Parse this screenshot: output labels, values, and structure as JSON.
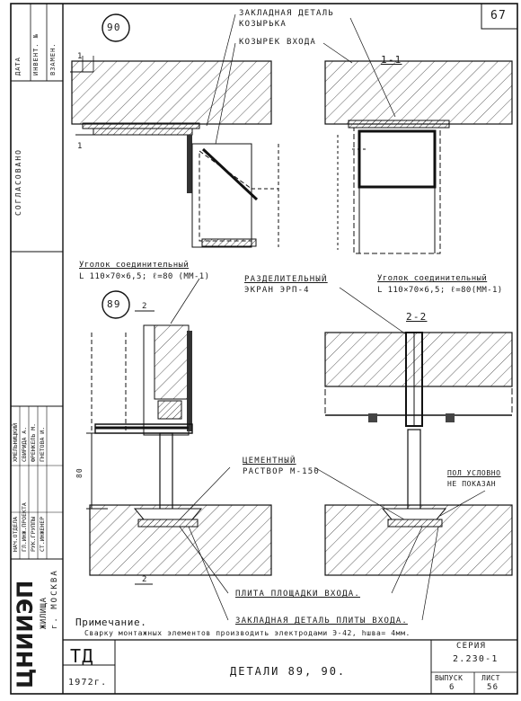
{
  "sheet": {
    "page_number": "67",
    "series_label": "СЕРИЯ",
    "series_value": "2.230-1",
    "issue_label": "ВЫПУСК",
    "issue_value": "6",
    "sheet_label": "ЛИСТ",
    "sheet_value": "56",
    "doc_code": "ТД",
    "title": "ДЕТАЛИ 89, 90.",
    "year": "1972г.",
    "org_main": "ЦНИИЭП",
    "org_sub1": "ЖИЛИЩА",
    "org_sub2": "г. МОСКВА"
  },
  "stamp": {
    "approved": "СОГЛАСОВАНО",
    "date": "ДАТА",
    "inv_no": "ИНВЕНТ. №",
    "replace": "ВЗАМЕН.",
    "roles": [
      {
        "role": "НАЧ.ОТДЕЛА",
        "name": "ХМЕЛЬНИЦКИЙ"
      },
      {
        "role": "ГЛ.ИНЖ.ПРОЕКТА",
        "name": "СВИРИДА А."
      },
      {
        "role": "РУК.ГРУППЫ",
        "name": "ФРЕНКЕЛЬ М."
      },
      {
        "role": "СТ.ИНЖЕНЕР",
        "name": "ГНЕТОВА И."
      }
    ]
  },
  "labels": {
    "detail_90": "90",
    "detail_89": "89",
    "embedded_canopy": "ЗАКЛАДНАЯ ДЕТАЛЬ",
    "embedded_canopy_2": "КОЗЫРЬКА",
    "entry_canopy": "КОЗЫРЕК ВХОДА",
    "section_11": "1-1",
    "section_22": "2-2",
    "cut_1": "1",
    "cut_2": "2",
    "angle_left": "Уголок соединительный",
    "angle_left_spec": "L 110×70×6,5; ℓ=80 (ММ-1)",
    "angle_right": "Уголок соединительный",
    "angle_right_spec": "L 110×70×6,5; ℓ=80(ММ-1)",
    "separator": "РАЗДЕЛИТЕЛЬНЫЙ",
    "separator_2": "ЭКРАН ЭРП-4",
    "cement": "ЦЕМЕНТНЫЙ",
    "cement_2": "РАСТВОР М-150",
    "floor_note": "ПОЛ УСЛОВНО",
    "floor_note_2": "НЕ ПОКАЗАН",
    "dim_80": "80",
    "entrance_slab": "ПЛИТА ПЛОЩАДКИ ВХОДА.",
    "embedded_slab": "ЗАКЛАДНАЯ ДЕТАЛЬ ПЛИТЫ ВХОДА.",
    "note_title": "Примечание.",
    "note_text": "Сварку монтажных элементов производить электродами Э-42, hшва= 4мм."
  }
}
